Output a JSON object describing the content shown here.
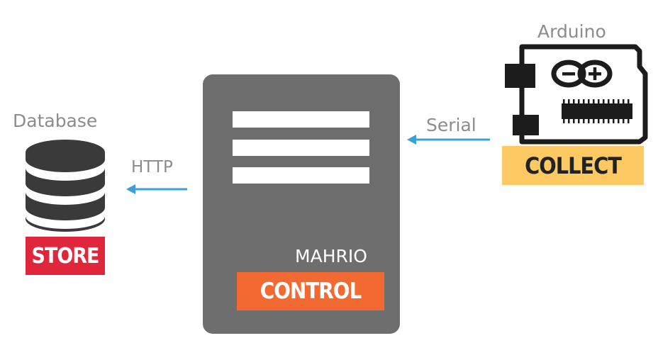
{
  "database": {
    "label": "Database",
    "badge": "STORE",
    "badge_color": "#e0263b",
    "icon": "database-icon",
    "icon_color": "#3a3a3a"
  },
  "http": {
    "label": "HTTP",
    "arrow_color": "#3aa0d8"
  },
  "server": {
    "label": "MAHRIO",
    "badge": "CONTROL",
    "badge_color": "#f26a31",
    "body_color": "#6e6e6e",
    "icon": "server-icon"
  },
  "serial": {
    "label": "Serial",
    "arrow_color": "#3aa0d8"
  },
  "arduino": {
    "label": "Arduino",
    "badge": "COLLECT",
    "badge_color": "#fcc962",
    "icon": "arduino-board-icon"
  }
}
